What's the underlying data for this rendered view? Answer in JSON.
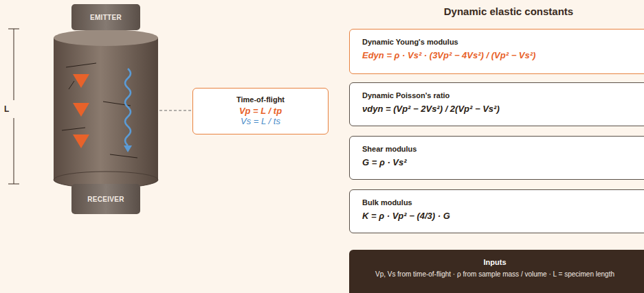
{
  "diagram": {
    "title": "Dynamic elastic constants",
    "nodes": [
      {
        "text": [
          "EMITTER"
        ]
      },
      {
        "text": [
          "RECEIVER"
        ]
      },
      {
        "text": [
          "Time-of-flight",
          "Vp = L / tp",
          "Vs = L / ts"
        ]
      },
      {
        "text": [
          "Dynamic Young's modulus",
          "Edyn = ρ · Vs² · (3Vp² − 4Vs²) / (Vp² − Vs²)"
        ]
      },
      {
        "text": [
          "Dynamic Poisson's ratio",
          "νdyn = (Vp² − 2Vs²) / 2(Vp² − Vs²)"
        ]
      },
      {
        "text": [
          "Shear modulus",
          "G = ρ · Vs²"
        ]
      },
      {
        "text": [
          "Bulk modulus",
          "K = ρ · Vp² − (4/3) · G"
        ]
      },
      {
        "text": [
          "Inputs",
          "Vp, Vs from time-of-flight · ρ from sample mass / volume · L = specimen length"
        ]
      }
    ],
    "labels": [
      "L"
    ]
  }
}
